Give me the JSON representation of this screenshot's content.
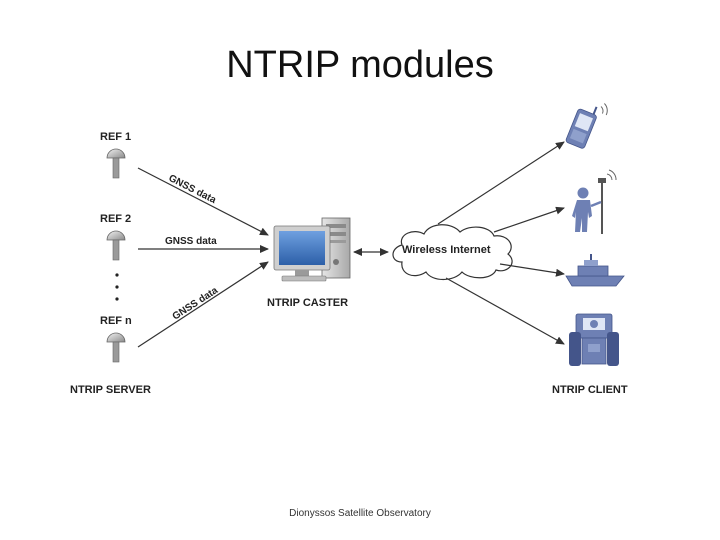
{
  "title": "NTRIP modules",
  "server": {
    "refs": [
      "REF 1",
      "REF 2",
      "REF n"
    ],
    "label": "NTRIP SERVER",
    "antenna_icon": "gnss-antenna-icon"
  },
  "links": {
    "ref1": "GNSS data",
    "ref2": "GNSS data",
    "refn": "GNSS data"
  },
  "caster": {
    "label": "NTRIP CASTER",
    "icon": "computer-icon"
  },
  "network": {
    "label": "Wireless Internet",
    "icon": "cloud-icon"
  },
  "client": {
    "label": "NTRIP CLIENT",
    "devices": [
      "mobile-phone-icon",
      "surveyor-rover-icon",
      "boat-icon",
      "tractor-icon"
    ]
  },
  "footer": "Dionyssos Satellite Observatory",
  "colors": {
    "device_blue": "#6e80b4",
    "monitor_screen": "#3d78c6",
    "line": "#333333"
  }
}
